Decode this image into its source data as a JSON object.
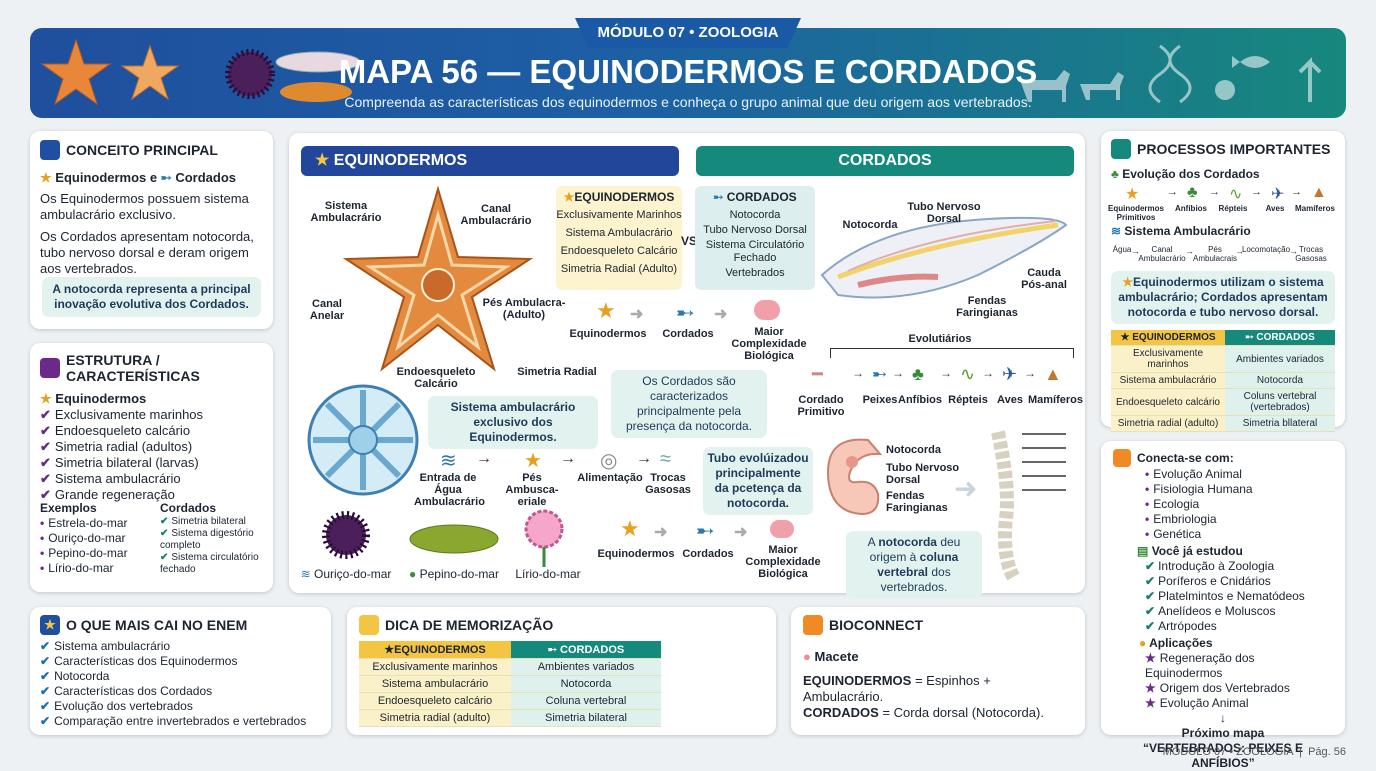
{
  "header": {
    "module_tab": "MÓDULO 07 • ZOOLOGIA",
    "title": "MAPA 56 — EQUINODERMOS E CORDADOS",
    "subtitle": "Compreenda as características dos equinodermos e conheça o grupo animal que deu origem aos vertebrados."
  },
  "conceito": {
    "title": "CONCEITO PRINCIPAL",
    "heading_a": "Equinodermos",
    "heading_and": "e",
    "heading_b": "Cordados",
    "p1": "Os Equinodermos possuem sistema ambulacrário exclusivo.",
    "p2": "Os Cordados apresentam notocorda, tubo nervoso dorsal e deram origem aos vertebrados.",
    "note": "A notocorda representa a principal inovação evolutiva dos Cordados."
  },
  "estrutura": {
    "title": "ESTRUTURA / CARACTERÍSTICAS",
    "group": "Equinodermos",
    "items": [
      "Exclusivamente marinhos",
      "Endoesqueleto calcário",
      "Simetria radial (adultos)",
      "Simetria bilateral (larvas)",
      "Sistema ambulacrário",
      "Grande regeneração"
    ],
    "ex_title": "Exemplos",
    "examples": [
      "Estrela-do-mar",
      "Ouriço-do-mar",
      "Pepino-do-mar",
      "Lírio-do-mar"
    ],
    "cord_title": "Cordados",
    "cord_items": [
      "Simetria bilateral",
      "Sistema digestório completo",
      "Sistema circulatório fechado"
    ]
  },
  "enem": {
    "title": "O QUE MAIS CAI NO ENEM",
    "items": [
      "Sistema ambulacrário",
      "Características dos Equinodermos",
      "Notocorda",
      "Características dos Cordados",
      "Evolução dos vertebrados",
      "Comparação entre invertebrados e vertebrados"
    ]
  },
  "center": {
    "equi_banner": "EQUINODERMOS",
    "cord_banner": "CORDADOS",
    "star_labels": [
      "Sistema Ambulacrário",
      "Canal Ambulacrário",
      "Canal Anelar",
      "Pés Ambulacra- (Adulto)",
      "Endoesqueleto Calcário",
      "Simetria Radial"
    ],
    "mini_equi_title": "EQUINODERMOS",
    "mini_equi": [
      "Exclusivamente Marinhos",
      "Sistema Ambulacrário",
      "Endoesqueleto Calcário",
      "Simetria Radial (Adulto)"
    ],
    "vs": "VS",
    "mini_cord_title": "CORDADOS",
    "mini_cord": [
      "Notocorda",
      "Tubo Nervoso Dorsal",
      "Sistema Circulatório Fechado",
      "Vertebrados"
    ],
    "flow1": [
      "Equinodermos",
      "Cordados",
      "Maior Complexidade Biológica"
    ],
    "note_amb": "Sistema ambulacrário exclusivo dos Equinodermos.",
    "note_cord": "Os Cordados são caracterizados principalmente pela presença da notocorda.",
    "process": [
      "Entrada de Água Ambulacrário",
      "Pés Ambusca- eriale",
      "Alimentação",
      "Trocas Gasosas"
    ],
    "animals": [
      "Ouriço-do-mar",
      "Pepino-do-mar",
      "Lírio-do-mar"
    ],
    "flow2": [
      "Equinodermos",
      "Cordados",
      "Maior Complexidade Biológica"
    ],
    "lancelet_labels": [
      "Notocorda",
      "Tubo Nervoso Dorsal",
      "Cauda Pós-anal",
      "Fendas Faringianas"
    ],
    "evo_title": "Evolutiários",
    "evo": [
      "Cordado Primitivo",
      "Peixes",
      "Anfíbios",
      "Répteis",
      "Aves",
      "Mamíferos"
    ],
    "note_tube": "Tubo evolúizadou principalmente da pcetença da notocorda.",
    "embryo_labels": [
      "Notocorda",
      "Tubo Nervoso Dorsal",
      "Fendas Faringianas"
    ],
    "note_spine_pre": "A",
    "note_spine_b1": "notocorda",
    "note_spine_mid": "deu origem à",
    "note_spine_b2": "coluna vertebral",
    "note_spine_post": "dos vertebrados."
  },
  "dica": {
    "title": "DICA DE MEMORIZAÇÃO",
    "head_a": "EQUINODERMOS",
    "head_b": "CORDADOS",
    "rows": [
      [
        "Exclusivamente marinhos",
        "Ambientes variados"
      ],
      [
        "Sistema ambulacrário",
        "Notocorda"
      ],
      [
        "Endoesqueleto calcário",
        "Coluna vertebral"
      ],
      [
        "Simetria radial (adulto)",
        "Simetria bilateral"
      ]
    ]
  },
  "bioconnect": {
    "title": "BIOCONNECT",
    "macete": "Macete",
    "l1_b": "EQUINODERMOS",
    "l1": "= Espinhos + Ambulacrário.",
    "l2_b": "CORDADOS",
    "l2": "= Corda dorsal (Notocorda)."
  },
  "processos": {
    "title": "PROCESSOS IMPORTANTES",
    "evo_title": "Evolução dos Cordados",
    "evo": [
      "Equinodermos Primitivos",
      "Anfíbios",
      "Répteis",
      "Aves",
      "Mamíferos"
    ],
    "amb_title": "Sistema Ambulacrário",
    "amb": [
      "Água",
      "Canal Ambulacrário",
      "Pés Ambulacrais",
      "Locomotação",
      "Trocas Gasosas"
    ],
    "note": "Equinodermos utilizam o sistema ambulacrário; Cordados apresentam notocorda e tubo nervoso dorsal.",
    "head_a": "EQUINODERMOS",
    "head_b": "CORDADOS",
    "rows": [
      [
        "Exclusivamente marinhos",
        "Ambientes variados"
      ],
      [
        "Sistema ambulacrário",
        "Notocorda"
      ],
      [
        "Endoesqueleto calcário",
        "Coluns vertebral (vertebrados)"
      ],
      [
        "Simetria radial (adulto)",
        "Simetria bllateral"
      ]
    ]
  },
  "conecta": {
    "title": "Conecta-se com:",
    "items": [
      "Evolução Animal",
      "Fisiologia Humana",
      "Ecologia",
      "Embriologia",
      "Genética"
    ],
    "ja_title": "Você já estudou",
    "ja": [
      "Introdução à Zoologia",
      "Poríferos e Cnidários",
      "Platelmintos e Nematódeos",
      "Anelídeos e Moluscos",
      "Artrópodes"
    ],
    "ap_title": "Aplicações",
    "ap": [
      "Regeneração dos Equinodermos",
      "Origem dos Vertebrados",
      "Evolução Animal"
    ],
    "next_label": "Próximo mapa",
    "next": "“VERTEBRADOS: PEIXES E ANFÍBIOS”"
  },
  "footer": "MÓDULO 07 • ZOOLOGIA  |  Pág. 56",
  "colors": {
    "blue": "#1e4fa0",
    "teal": "#15897c",
    "purple": "#6b2a8a",
    "gold": "#f4c542"
  }
}
